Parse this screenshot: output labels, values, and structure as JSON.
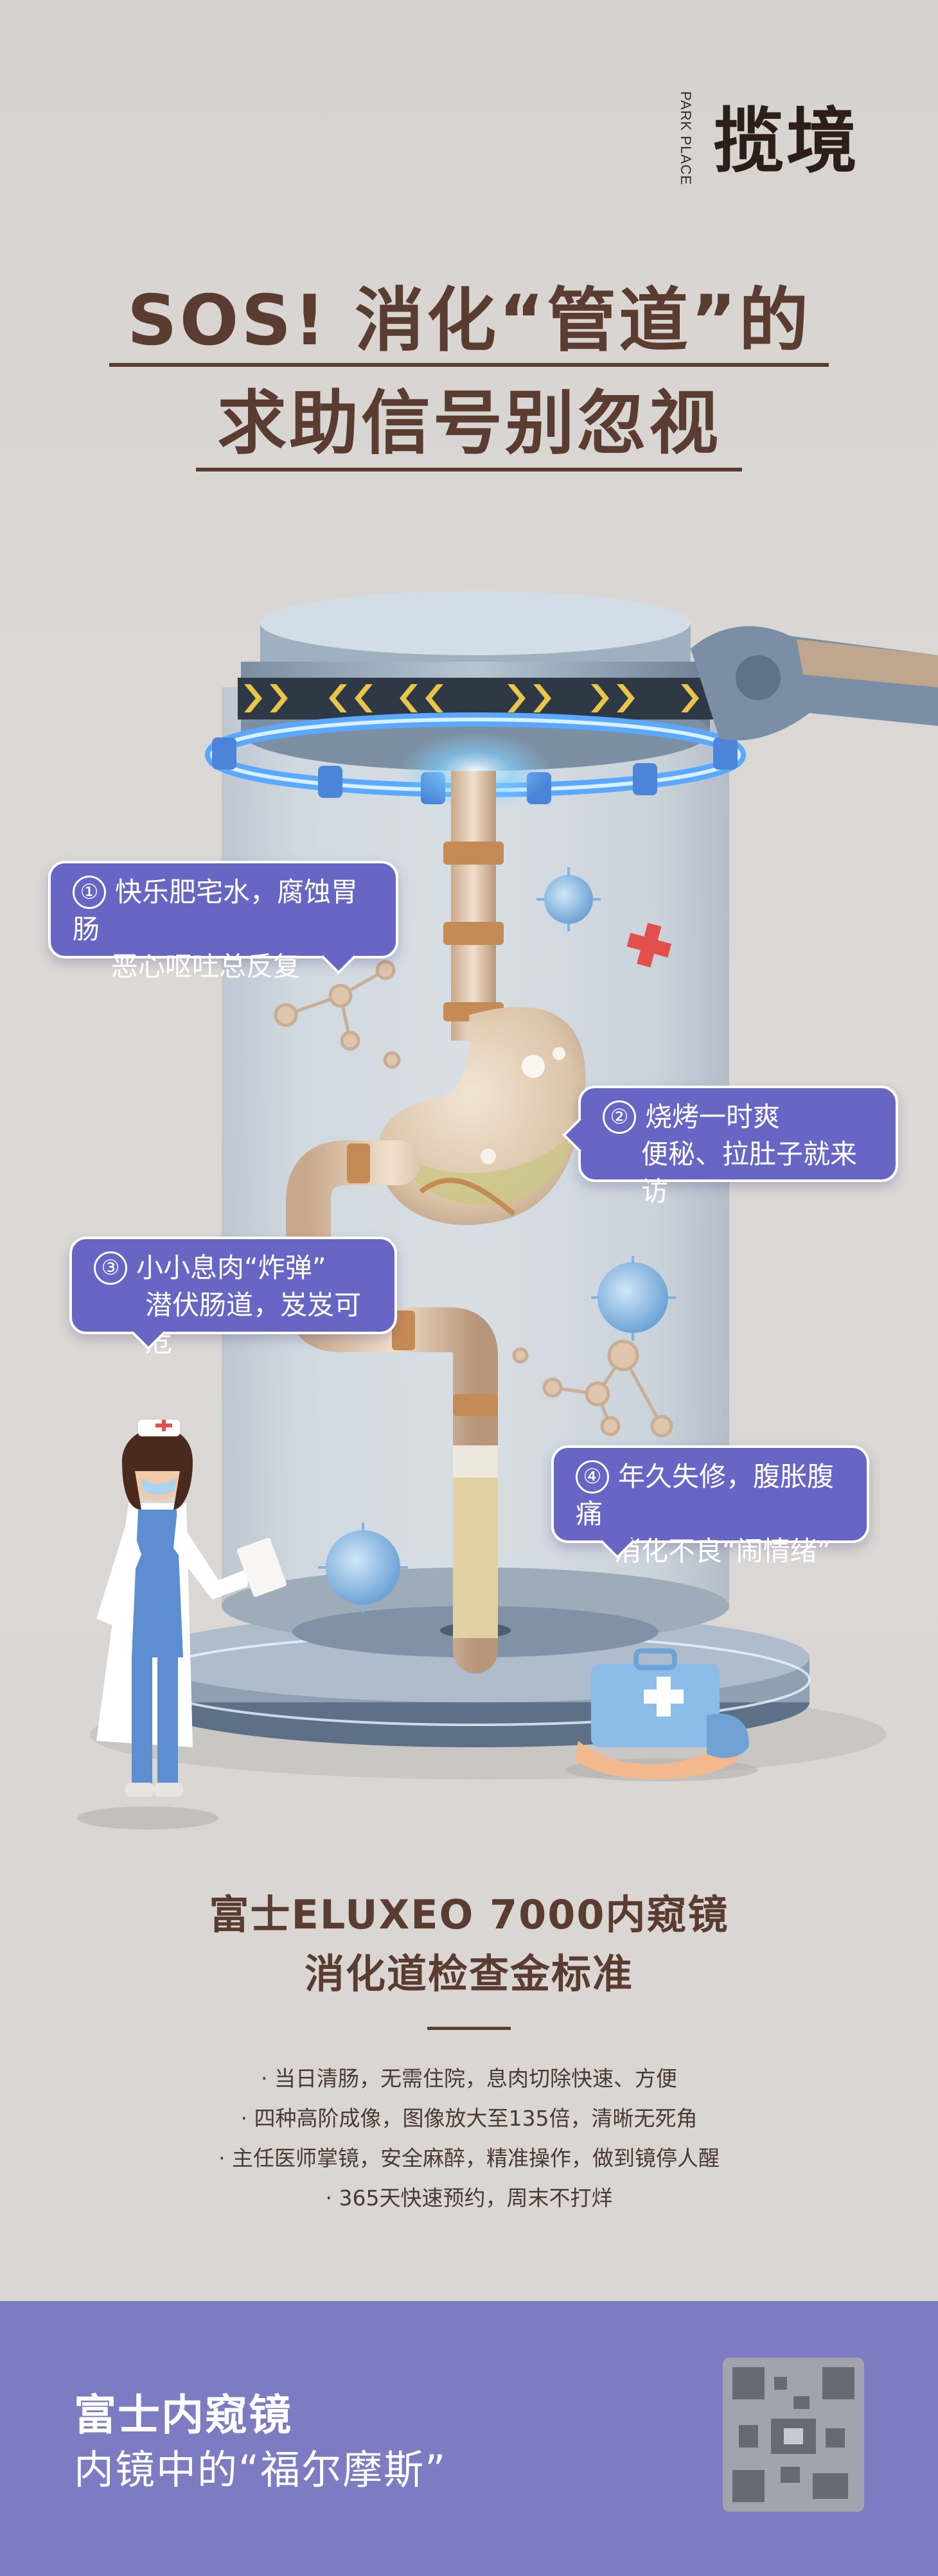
{
  "brand": {
    "sub": "PARK PLACE",
    "name": "揽境"
  },
  "title": {
    "line1": "SOS! 消化“管道”的",
    "line2": "求助信号别忽视"
  },
  "bubbles": [
    {
      "num": "①",
      "line1": "快乐肥宅水，腐蚀胃肠",
      "line2": "恶心呕吐总反复"
    },
    {
      "num": "②",
      "line1": "烧烤一时爽",
      "line2": "便秘、拉肚子就来访"
    },
    {
      "num": "③",
      "line1": "小小息肉“炸弹”",
      "line2": "潜伏肠道，岌岌可危"
    },
    {
      "num": "④",
      "line1": "年久失修，腹胀腹痛",
      "line2": "消化不良“闹情绪”"
    }
  ],
  "product": {
    "title1": "富士ELUXEO 7000内窥镜",
    "title2": "消化道检查金标准",
    "bullets": [
      "当日清肠，无需住院，息肉切除快速、方便",
      "四种高阶成像，图像放大至135倍，清晰无死角",
      "主任医师掌镜，安全麻醉，精准操作，做到镜停人醒",
      "365天快速预约，周末不打烊"
    ]
  },
  "footer": {
    "line1": "富士内窥镜",
    "line2": "内镜中的“福尔摩斯”"
  },
  "colors": {
    "title": "#5a3d30",
    "bubble": "#6866c5",
    "band": "#7d7bc2"
  }
}
